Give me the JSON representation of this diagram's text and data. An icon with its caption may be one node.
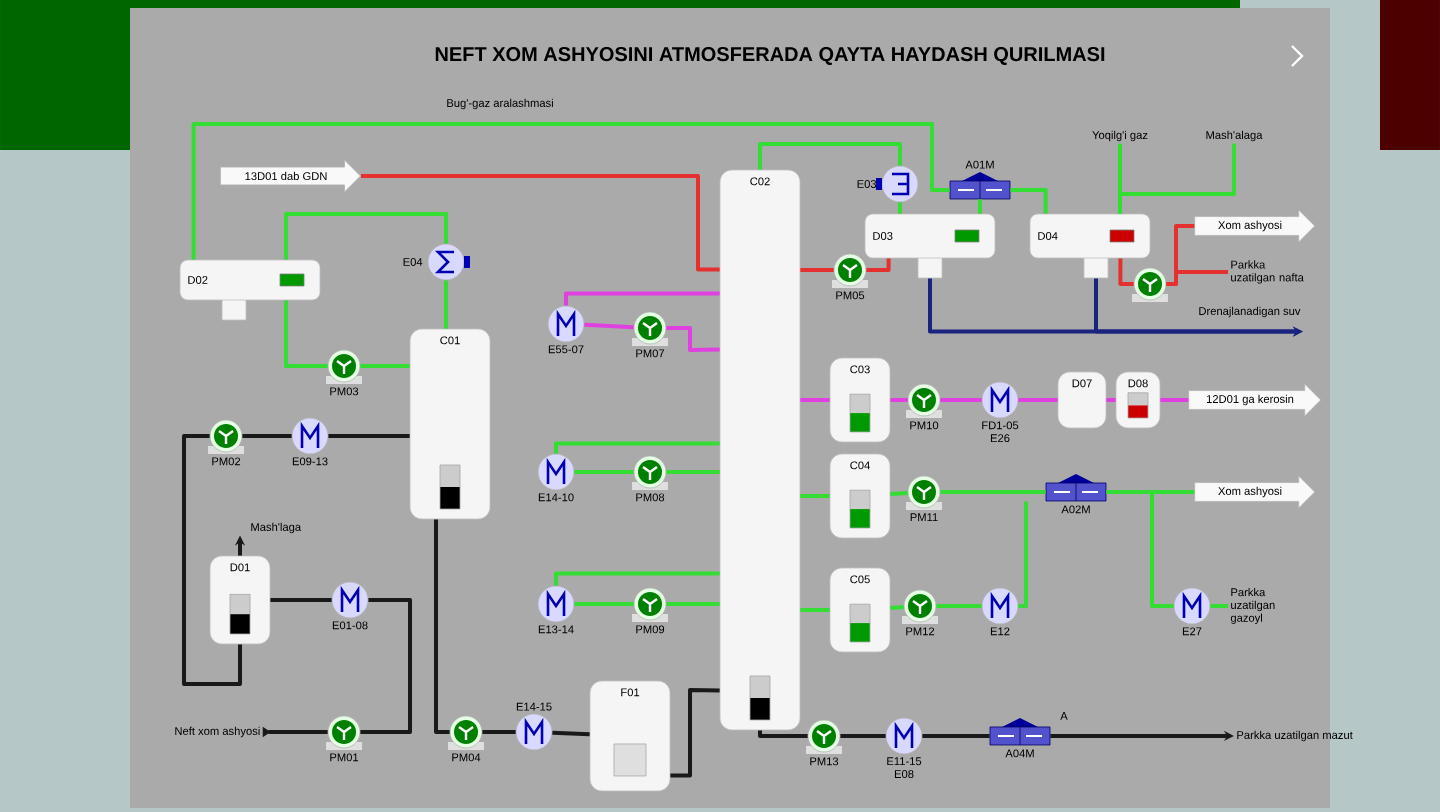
{
  "diagram": {
    "title": "NEFT XOM ASHYOSINI ATMOSFERADA QAYTA HAYDASH QURILMASI",
    "nodes": [
      {
        "text": [
          "D02"
        ]
      },
      {
        "text": [
          "E04"
        ]
      },
      {
        "text": [
          "C01"
        ]
      },
      {
        "text": [
          "PM03"
        ]
      },
      {
        "text": [
          "PM02"
        ]
      },
      {
        "text": [
          "E09-13"
        ]
      },
      {
        "text": [
          "D01"
        ]
      },
      {
        "text": [
          "E01-08"
        ]
      },
      {
        "text": [
          "PM01"
        ]
      },
      {
        "text": [
          "PM04"
        ]
      },
      {
        "text": [
          "E14-15"
        ]
      },
      {
        "text": [
          "F01"
        ]
      },
      {
        "text": [
          "C02"
        ]
      },
      {
        "text": [
          "E55-07"
        ]
      },
      {
        "text": [
          "PM07"
        ]
      },
      {
        "text": [
          "E14-10"
        ]
      },
      {
        "text": [
          "PM08"
        ]
      },
      {
        "text": [
          "E13-14"
        ]
      },
      {
        "text": [
          "PM09"
        ]
      },
      {
        "text": [
          "E03"
        ]
      },
      {
        "text": [
          "A01M"
        ]
      },
      {
        "text": [
          "D03"
        ]
      },
      {
        "text": [
          "D04"
        ]
      },
      {
        "text": [
          "PM05"
        ]
      },
      {
        "text": [
          "C03"
        ]
      },
      {
        "text": [
          "PM10"
        ]
      },
      {
        "text": [
          "FD1-05 E26"
        ]
      },
      {
        "text": [
          "D07"
        ]
      },
      {
        "text": [
          "D08"
        ]
      },
      {
        "text": [
          "C04"
        ]
      },
      {
        "text": [
          "PM11"
        ]
      },
      {
        "text": [
          "A02M"
        ]
      },
      {
        "text": [
          "C05"
        ]
      },
      {
        "text": [
          "PM12"
        ]
      },
      {
        "text": [
          "E12"
        ]
      },
      {
        "text": [
          "E27"
        ]
      },
      {
        "text": [
          "PM13"
        ]
      },
      {
        "text": [
          "E11-15 E08"
        ]
      },
      {
        "text": [
          "A04M"
        ]
      },
      {
        "text": [],
        "shape": "pump"
      },
      {
        "text": [
          "13D01 dab GDN"
        ]
      },
      {
        "text": [
          "Xom ashyosi"
        ]
      },
      {
        "text": [
          "12D01 ga kerosin"
        ]
      },
      {
        "text": [
          "Xom ashyosi"
        ]
      },
      {
        "text": [
          "Yoqilg'i gaz"
        ]
      },
      {
        "text": [
          "Mash'alaga"
        ]
      },
      {
        "text": [
          "Parkka uzatilgan nafta"
        ]
      },
      {
        "text": [
          "Drenajlanadigan suv"
        ]
      },
      {
        "text": [
          "Parkka uzatilgan gazoyl"
        ]
      },
      {
        "text": [
          "Parkka uzatilgan mazut"
        ]
      },
      {
        "text": [
          "Neft xom ashyosi"
        ]
      },
      {
        "text": [
          "Mash'laga"
        ]
      }
    ],
    "edges": [
      {
        "from": 20,
        "to": 0,
        "arrow": "none",
        "color": "#33dd33",
        "label": "Bug'-gaz aralashmasi"
      },
      {
        "from": 12,
        "to": 19,
        "arrow": "none",
        "color": "#33dd33"
      },
      {
        "from": 19,
        "to": 21,
        "arrow": "none",
        "color": "#33dd33"
      },
      {
        "from": 20,
        "to": 21,
        "arrow": "none",
        "color": "#33dd33"
      },
      {
        "from": 20,
        "to": 22,
        "arrow": "none",
        "color": "#33dd33"
      },
      {
        "from": 1,
        "to": 0,
        "arrow": "none",
        "color": "#33dd33"
      },
      {
        "from": 0,
        "to": 3,
        "arrow": "none",
        "color": "#33dd33"
      },
      {
        "from": 3,
        "to": 2,
        "arrow": "none",
        "color": "#33dd33"
      },
      {
        "from": 1,
        "to": 2,
        "arrow": "none",
        "color": "#33dd33"
      },
      {
        "from": 12,
        "to": 40,
        "arrow": "none",
        "color": "#e53030"
      },
      {
        "from": 21,
        "to": 23,
        "arrow": "none",
        "color": "#e53030"
      },
      {
        "from": 23,
        "to": 12,
        "arrow": "none",
        "color": "#e53030"
      },
      {
        "from": 22,
        "to": 39,
        "arrow": "none",
        "color": "#e53030"
      },
      {
        "from": 39,
        "to": 41,
        "arrow": "none",
        "color": "#e53030"
      },
      {
        "from": 39,
        "to": 46,
        "arrow": "none",
        "color": "#e53030"
      },
      {
        "from": 21,
        "to": 47,
        "arrow": "to",
        "color": "#1a237e"
      },
      {
        "from": 22,
        "to": 47,
        "arrow": "to",
        "color": "#1a237e"
      },
      {
        "from": 22,
        "to": 44,
        "arrow": "none",
        "color": "#33dd33"
      },
      {
        "from": 22,
        "to": 45,
        "arrow": "none",
        "color": "#33dd33"
      },
      {
        "from": 12,
        "to": 13,
        "arrow": "none",
        "color": "#e040e0"
      },
      {
        "from": 13,
        "to": 14,
        "arrow": "none",
        "color": "#e040e0"
      },
      {
        "from": 14,
        "to": 12,
        "arrow": "none",
        "color": "#e040e0"
      },
      {
        "from": 12,
        "to": 24,
        "arrow": "none",
        "color": "#e040e0"
      },
      {
        "from": 24,
        "to": 25,
        "arrow": "none",
        "color": "#e040e0"
      },
      {
        "from": 25,
        "to": 26,
        "arrow": "none",
        "color": "#e040e0"
      },
      {
        "from": 26,
        "to": 27,
        "arrow": "none",
        "color": "#e040e0"
      },
      {
        "from": 27,
        "to": 28,
        "arrow": "none",
        "color": "#e040e0"
      },
      {
        "from": 28,
        "to": 42,
        "arrow": "none",
        "color": "#e040e0"
      },
      {
        "from": 12,
        "to": 15,
        "arrow": "none",
        "color": "#33dd33"
      },
      {
        "from": 15,
        "to": 16,
        "arrow": "none",
        "color": "#33dd33"
      },
      {
        "from": 16,
        "to": 12,
        "arrow": "none",
        "color": "#33dd33"
      },
      {
        "from": 12,
        "to": 17,
        "arrow": "none",
        "color": "#33dd33"
      },
      {
        "from": 17,
        "to": 18,
        "arrow": "none",
        "color": "#33dd33"
      },
      {
        "from": 18,
        "to": 12,
        "arrow": "none",
        "color": "#33dd33"
      },
      {
        "from": 12,
        "to": 29,
        "arrow": "none",
        "color": "#33dd33"
      },
      {
        "from": 29,
        "to": 30,
        "arrow": "none",
        "color": "#33dd33"
      },
      {
        "from": 30,
        "to": 31,
        "arrow": "none",
        "color": "#33dd33"
      },
      {
        "from": 31,
        "to": 43,
        "arrow": "none",
        "color": "#33dd33"
      },
      {
        "from": 34,
        "to": 31,
        "arrow": "none",
        "color": "#33dd33"
      },
      {
        "from": 31,
        "to": 35,
        "arrow": "none",
        "color": "#33dd33"
      },
      {
        "from": 35,
        "to": 48,
        "arrow": "none",
        "color": "#33dd33"
      },
      {
        "from": 12,
        "to": 32,
        "arrow": "none",
        "color": "#33dd33"
      },
      {
        "from": 32,
        "to": 33,
        "arrow": "none",
        "color": "#33dd33"
      },
      {
        "from": 33,
        "to": 34,
        "arrow": "none",
        "color": "#33dd33"
      },
      {
        "from": 50,
        "to": 8,
        "arrow": "to",
        "color": "#191919"
      },
      {
        "from": 8,
        "to": 7,
        "arrow": "none",
        "color": "#191919"
      },
      {
        "from": 7,
        "to": 6,
        "arrow": "none",
        "color": "#191919"
      },
      {
        "from": 6,
        "to": 4,
        "arrow": "none",
        "color": "#191919"
      },
      {
        "from": 4,
        "to": 5,
        "arrow": "none",
        "color": "#191919"
      },
      {
        "from": 5,
        "to": 2,
        "arrow": "none",
        "color": "#191919"
      },
      {
        "from": 2,
        "to": 9,
        "arrow": "none",
        "color": "#191919"
      },
      {
        "from": 9,
        "to": 10,
        "arrow": "none",
        "color": "#191919"
      },
      {
        "from": 10,
        "to": 11,
        "arrow": "none",
        "color": "#191919"
      },
      {
        "from": 11,
        "to": 12,
        "arrow": "none",
        "color": "#191919"
      },
      {
        "from": 12,
        "to": 36,
        "arrow": "none",
        "color": "#191919"
      },
      {
        "from": 36,
        "to": 37,
        "arrow": "none",
        "color": "#191919"
      },
      {
        "from": 37,
        "to": 38,
        "arrow": "none",
        "color": "#191919"
      },
      {
        "from": 38,
        "to": 49,
        "arrow": "to",
        "color": "#191919"
      },
      {
        "from": 6,
        "to": 51,
        "arrow": "to",
        "color": "#191919"
      }
    ],
    "labels": [
      "A"
    ]
  }
}
